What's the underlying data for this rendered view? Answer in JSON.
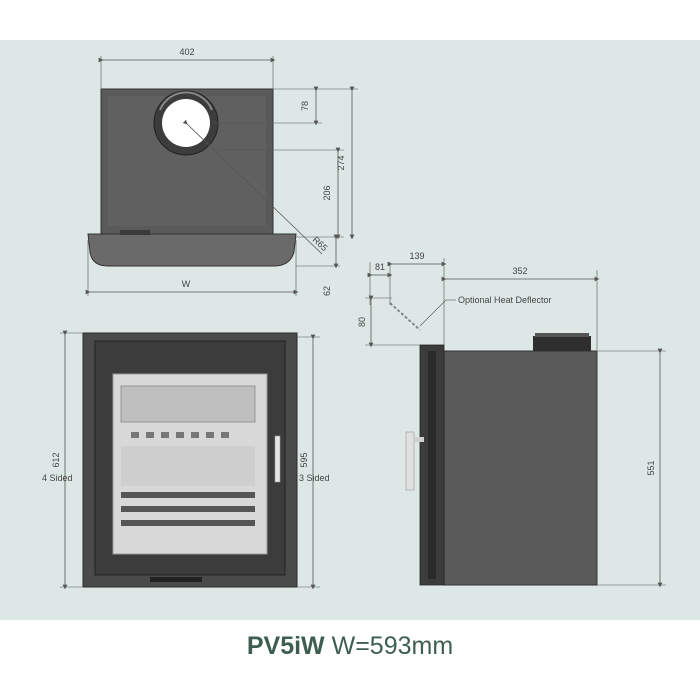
{
  "colors": {
    "background": "#dde8e6",
    "caption": "#3e5f4f",
    "stove_body": "#5a5a5a",
    "stove_dark": "#3c3c3c",
    "dimension_line": "#555555"
  },
  "top_view": {
    "width_dim": "402",
    "flue_offset_dim": "78",
    "flue_to_front_dim": "206",
    "depth_dim": "274",
    "radius_dim": "R65",
    "front_plate_dim": "62",
    "overall_width_dim": "W"
  },
  "front_view": {
    "height_4_sided": "612",
    "label_4_sided": "4 Sided",
    "height_3_sided": "595",
    "label_3_sided": "3 Sided"
  },
  "side_view": {
    "deflector_offset_dim": "81",
    "front_to_flue_dim": "139",
    "flue_to_back_dim": "352",
    "deflector_height_dim": "80",
    "height_dim": "551",
    "deflector_label": "Optional Heat Deflector"
  },
  "caption": {
    "model": "PV5iW",
    "width_text": "W=593mm"
  }
}
